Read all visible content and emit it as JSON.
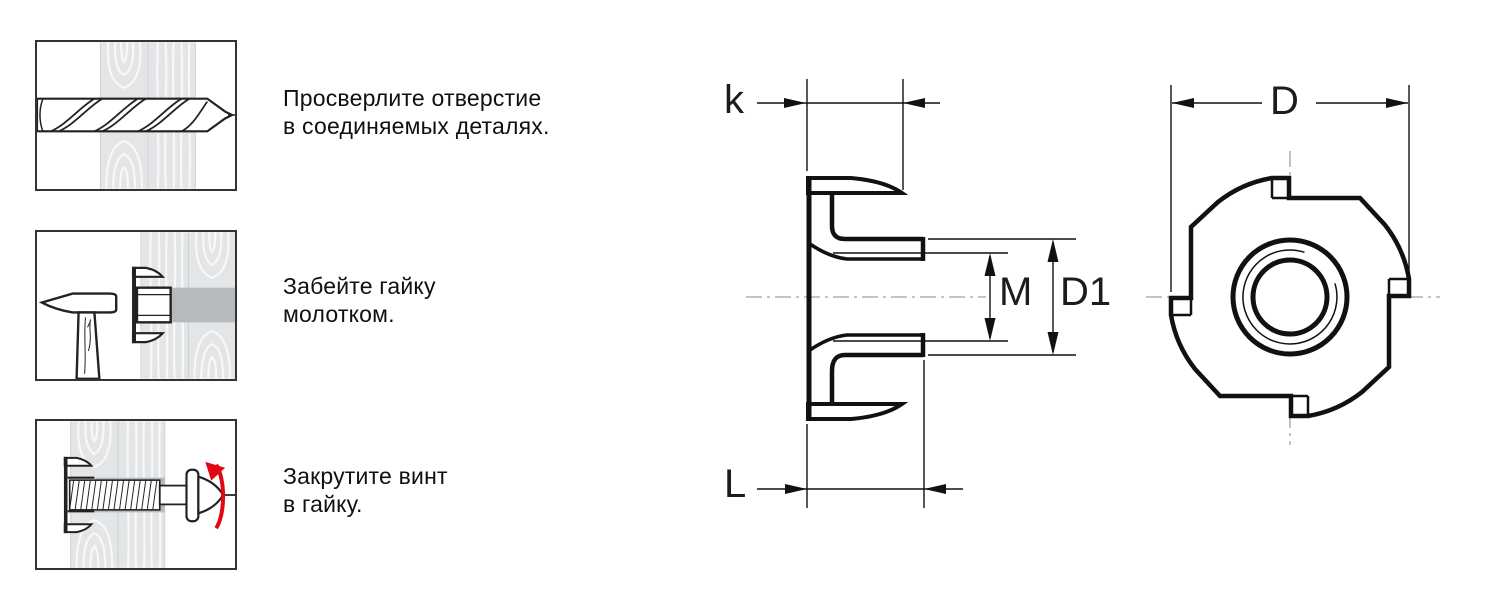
{
  "steps": [
    {
      "icon": "drill-through-boards",
      "lines": [
        "Просверлите отверстие",
        "в соединяемых деталях."
      ]
    },
    {
      "icon": "hammer-t-nut",
      "lines": [
        "Забейте гайку",
        "молотком."
      ]
    },
    {
      "icon": "screw-into-t-nut",
      "lines": [
        "Закрутите винт",
        "в гайку."
      ]
    }
  ],
  "dimensions": {
    "side_view": {
      "flange_offset": "k",
      "length": "L",
      "thread": "M",
      "barrel_diameter": "D1"
    },
    "front_view": {
      "flange_diameter": "D"
    }
  },
  "colors": {
    "line": "#111111",
    "centerline": "#a0a0a0",
    "wood": "#e3e5e7",
    "wood_grain": "#f7f8f9",
    "hole": "#b6b9bd",
    "rotation_arrow": "#e30613",
    "text": "#101010"
  }
}
